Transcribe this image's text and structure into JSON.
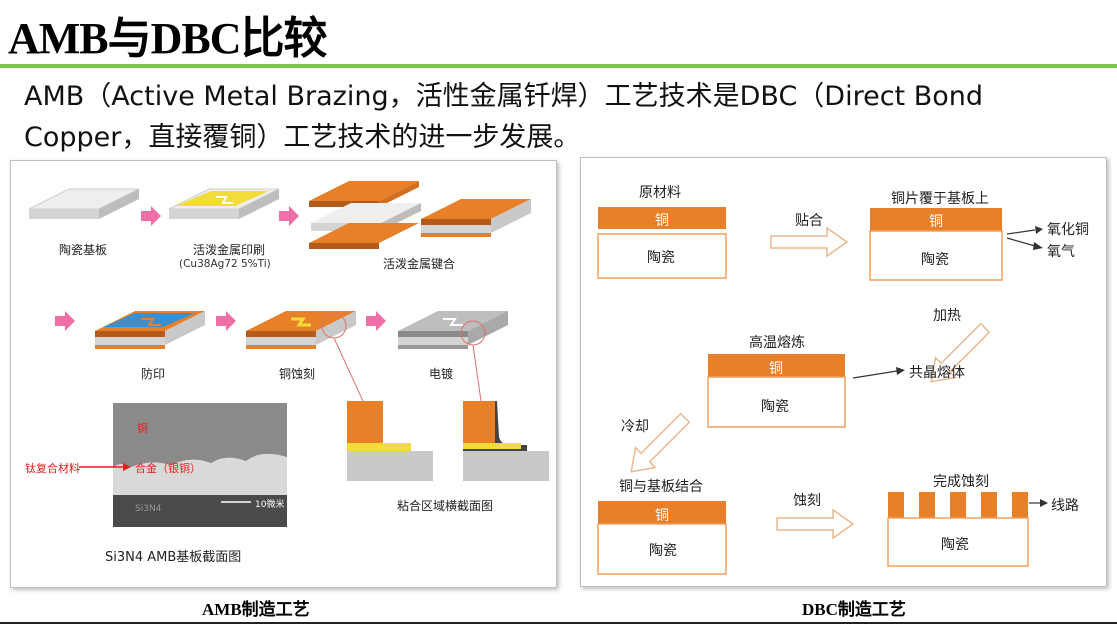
{
  "slide": {
    "title": "AMB与DBC比较",
    "intro": "AMB（Active Metal Brazing，活性金属钎焊）工艺技术是DBC（Direct Bond Copper，直接覆铜）工艺技术的进一步发展。"
  },
  "amb": {
    "caption": "AMB制造工艺",
    "steps": {
      "ceramic_substrate": "陶瓷基板",
      "active_print": "活泼金属印刷",
      "active_print_formula": "(Cu38Ag72 5%Ti)",
      "active_bonding": "活泼金属键合",
      "resist_print": "防印",
      "copper_etch": "铜蚀刻",
      "plating": "电镀"
    },
    "micrograph": {
      "copper": "铜",
      "alloy": "合金（银铜）",
      "titanium_composite": "钛复合材料",
      "scale": "10微米",
      "ceramic": "Si3N4",
      "caption": "Si3N4 AMB基板截面图"
    },
    "bond_region_caption": "粘合区域横截面图"
  },
  "dbc": {
    "caption": "DBC制造工艺",
    "raw_material": "原材料",
    "bonding": "贴合",
    "copper_on_substrate": "铜片覆于基板上",
    "copper_oxide": "氧化铜",
    "oxygen": "氧气",
    "heating": "加热",
    "high_temp_melting": "高温熔炼",
    "eutectic_melt": "共晶熔体",
    "cooling": "冷却",
    "copper_substrate_bond": "铜与基板结合",
    "etching": "蚀刻",
    "etch_complete": "完成蚀刻",
    "circuit": "线路",
    "copper": "铜",
    "ceramic": "陶瓷"
  },
  "colors": {
    "accent_green": "#7cc44a",
    "copper_orange": "#e8802a",
    "arrow_pink": "#ef6fa6",
    "active_metal_yellow": "#f2dc3a",
    "resist_blue": "#3a8fd0"
  }
}
